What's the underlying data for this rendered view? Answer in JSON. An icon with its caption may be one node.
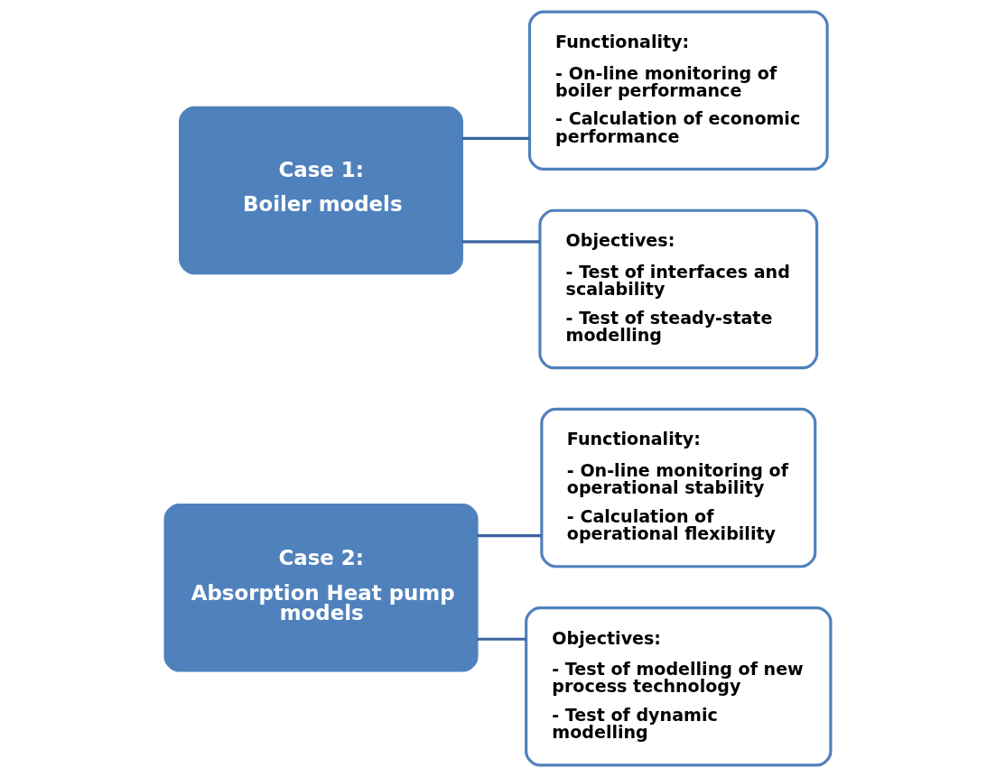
{
  "diagram": {
    "nodes": [
      {
        "text": [
          "Case 1:",
          "Boiler models"
        ]
      },
      {
        "text": [
          "Objectives:",
          "- Test of interfaces and scalability",
          "- Test of steady-state modelling"
        ]
      },
      {
        "text": [
          "Functionality:",
          "- On-line monitoring of boiler performance",
          "- Calculation of economic performance"
        ]
      },
      {
        "text": [
          "Case 2:",
          "Absorption Heat pump models"
        ]
      },
      {
        "text": [
          "Objectives:",
          "- Test of modelling of new process technology",
          "- Test of dynamic modelling"
        ]
      },
      {
        "text": [
          "Functionality:",
          "- On-line monitoring of operational stability",
          "- Calculation of operational flexibility"
        ]
      }
    ],
    "edges": [
      {
        "from": 0,
        "to": 1,
        "arrow": "none"
      },
      {
        "from": 0,
        "to": 2,
        "arrow": "none"
      },
      {
        "from": 3,
        "to": 4,
        "arrow": "none"
      },
      {
        "from": 3,
        "to": 5,
        "arrow": "none"
      }
    ]
  }
}
